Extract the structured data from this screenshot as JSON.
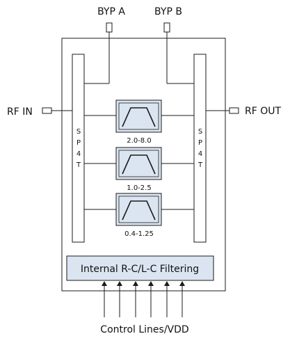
{
  "ports": {
    "byp_a": "BYP A",
    "byp_b": "BYP B",
    "rf_in": "RF IN",
    "rf_out": "RF OUT"
  },
  "switch_left": {
    "chars": [
      "S",
      "P",
      "4",
      "T"
    ]
  },
  "switch_right": {
    "chars": [
      "S",
      "P",
      "4",
      "T"
    ]
  },
  "filters": [
    {
      "label": "2.0-8.0",
      "icon": "bandpass-filter-icon"
    },
    {
      "label": "1.0-2.5",
      "icon": "bandpass-filter-icon"
    },
    {
      "label": "0.4-1.25",
      "icon": "bandpass-filter-icon"
    }
  ],
  "filtering_block": {
    "label": "Internal R-C/L-C Filtering"
  },
  "control_lines": {
    "label": "Control Lines/VDD",
    "count": 6
  },
  "colors": {
    "filter_fill": "#dbe5f1",
    "stroke": "#1a1a1a",
    "background": "#ffffff"
  }
}
